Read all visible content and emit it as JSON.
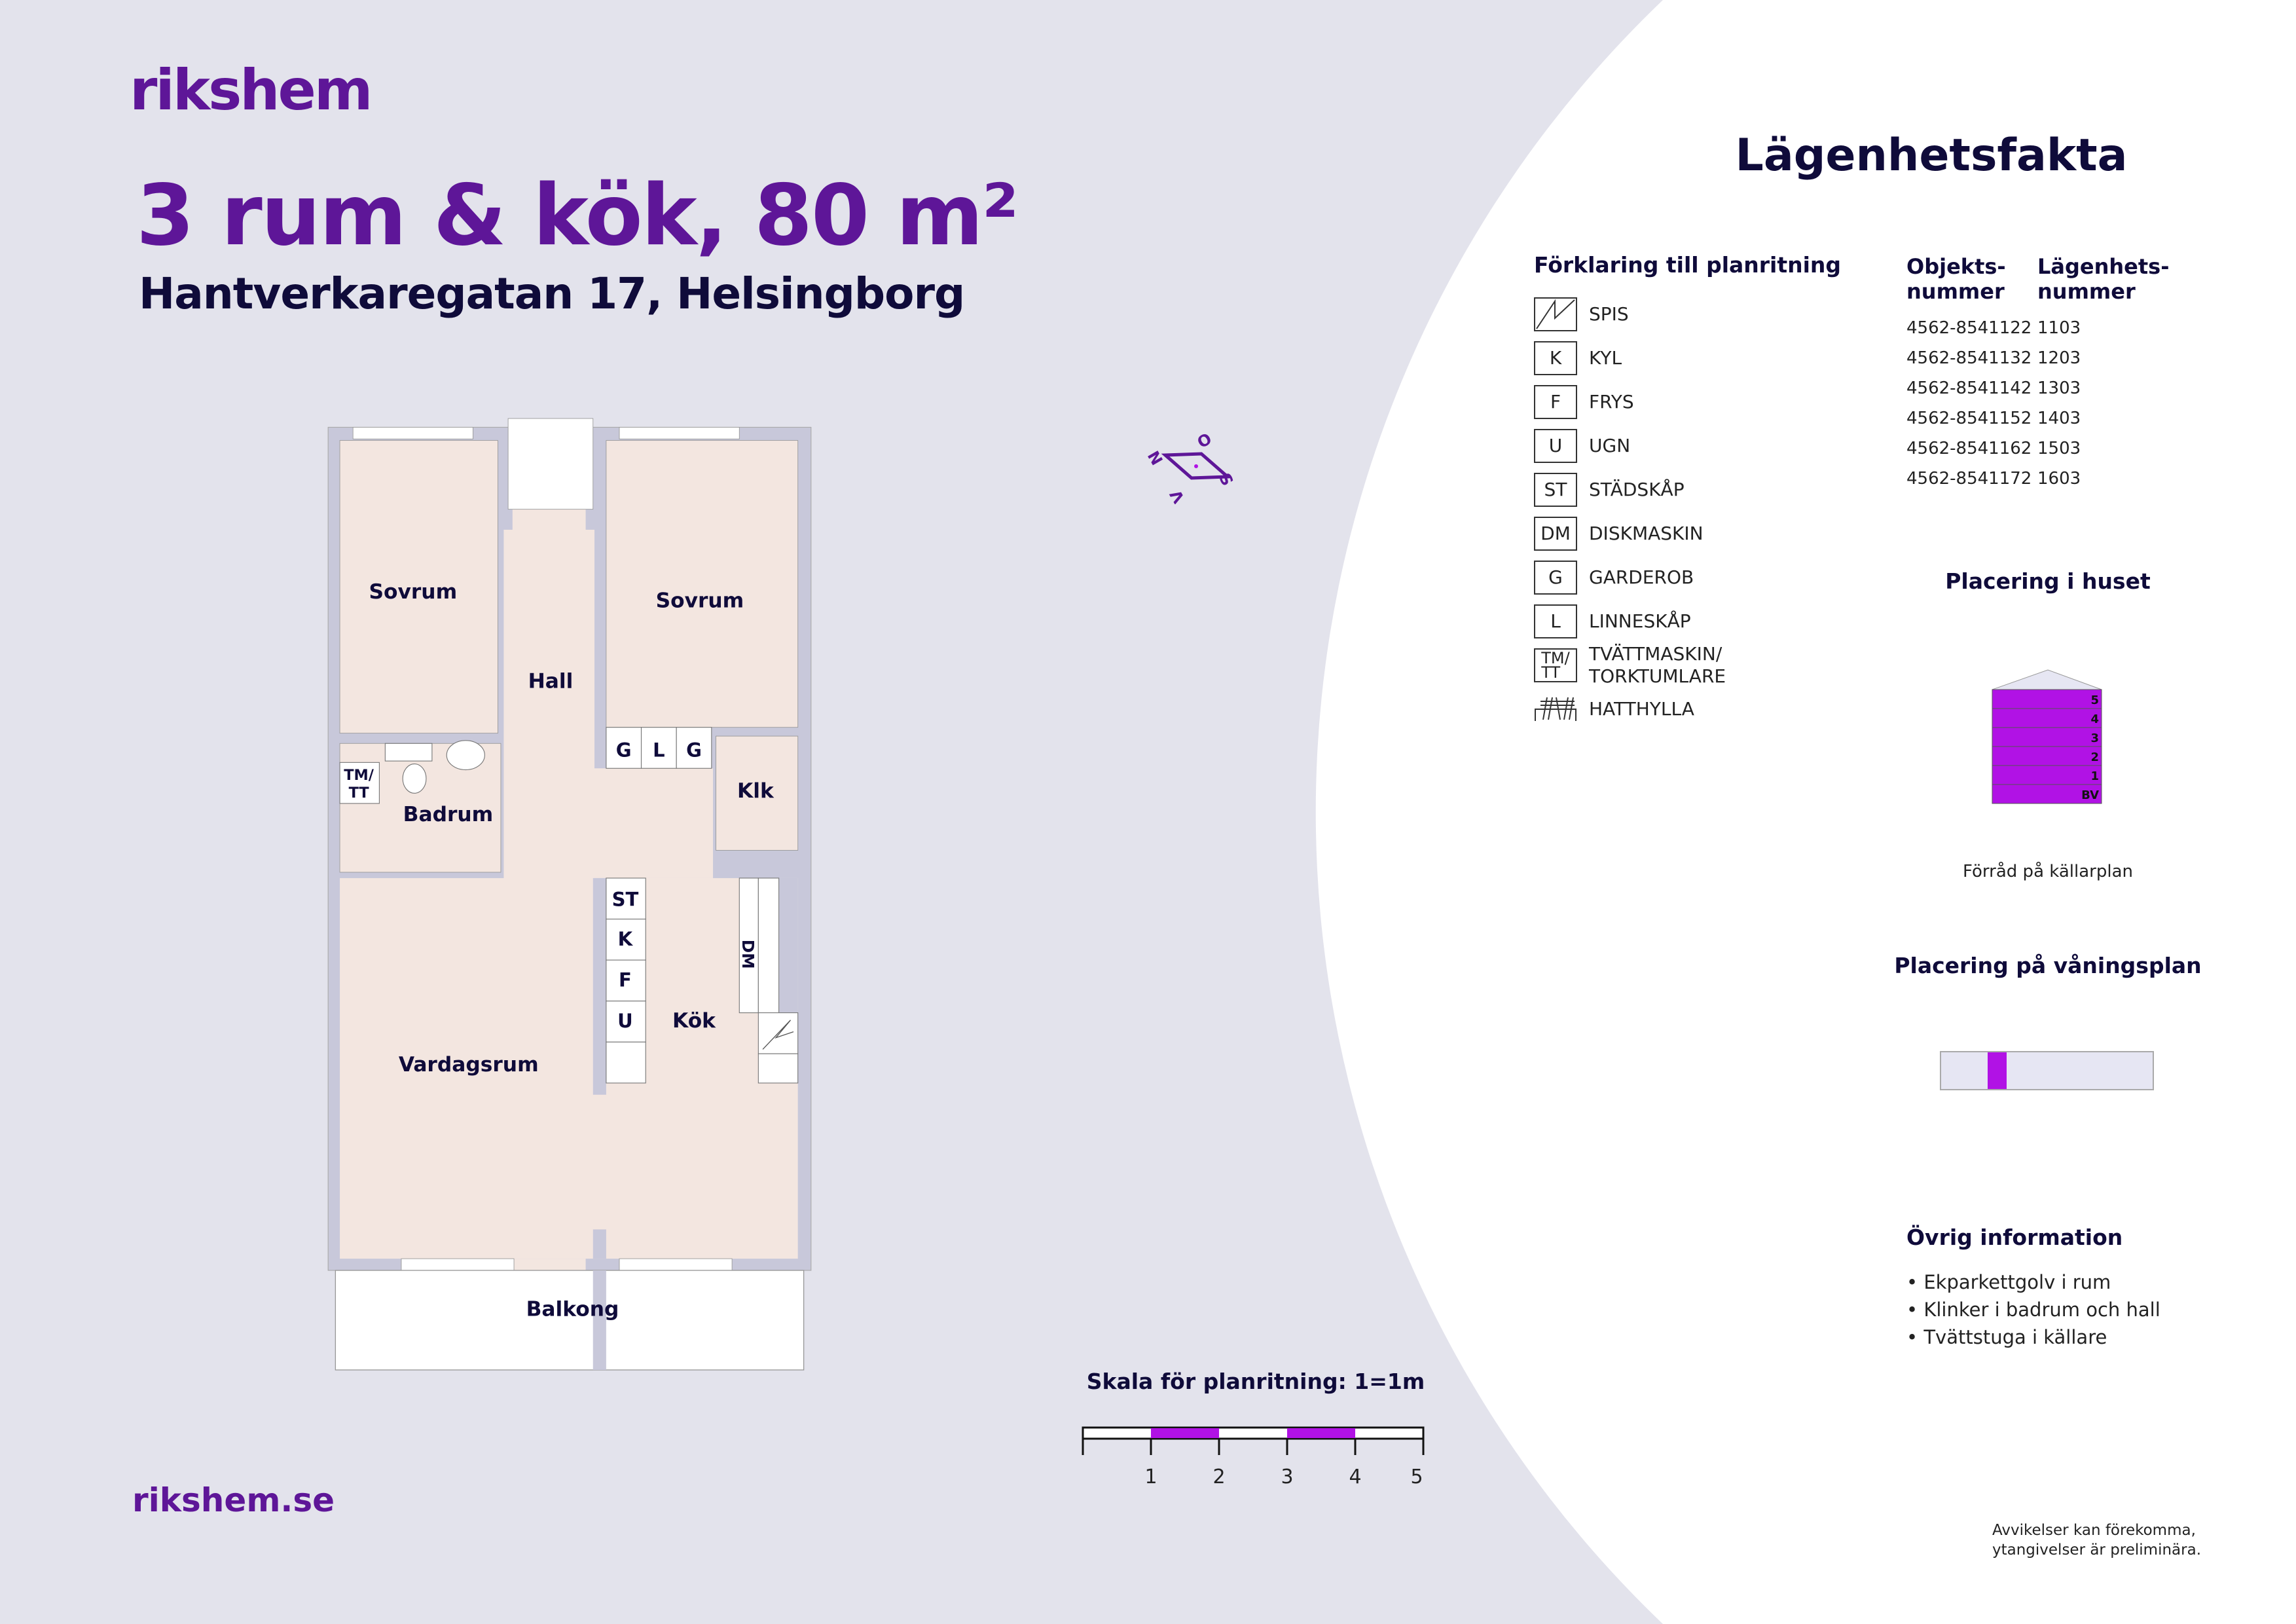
{
  "brand": {
    "logo": "rikshem",
    "website": "rikshem.se"
  },
  "header": {
    "title": "3 rum & kök, 80 m²",
    "address": "Hantverkaregatan 17, Helsingborg"
  },
  "colors": {
    "brand_purple": "#5e1698",
    "accent": "#b112e5",
    "navy": "#0f0b3a",
    "background": "#e3e3ec",
    "floor": "#f3e6e0",
    "wall": "#c8c8da"
  },
  "floorplan": {
    "rooms": {
      "sovrum_left": "Sovrum",
      "sovrum_right": "Sovrum",
      "hall": "Hall",
      "badrum": "Badrum",
      "klk": "Klk",
      "vardagsrum": "Vardagsrum",
      "kok": "Kök",
      "balkong": "Balkong"
    },
    "fixtures": {
      "tmtt1": "TM/",
      "tmtt2": "TT",
      "g1": "G",
      "l": "L",
      "g2": "G",
      "st": "ST",
      "k": "K",
      "f": "F",
      "u": "U",
      "dm": "DM"
    }
  },
  "compass": {
    "n": "N",
    "o": "O",
    "s": "S",
    "v": "V"
  },
  "scale": {
    "title": "Skala för planritning: 1=1m",
    "ticks": [
      "1",
      "2",
      "3",
      "4",
      "5"
    ]
  },
  "facts": {
    "title": "Lägenhetsfakta",
    "legend_title": "Förklaring till planritning",
    "legend": [
      {
        "symbol": "",
        "icon": "stove-icon",
        "label": "SPIS"
      },
      {
        "symbol": "K",
        "label": "KYL"
      },
      {
        "symbol": "F",
        "label": "FRYS"
      },
      {
        "symbol": "U",
        "label": "UGN"
      },
      {
        "symbol": "ST",
        "label": "STÄDSKÅP"
      },
      {
        "symbol": "DM",
        "label": "DISKMASKIN"
      },
      {
        "symbol": "G",
        "label": "GARDEROB"
      },
      {
        "symbol": "L",
        "label": "LINNESKÅP"
      },
      {
        "symbol": "TM/\nTT",
        "label": "TVÄTTMASKIN/\nTORKTUMLARE"
      },
      {
        "symbol": "",
        "icon": "hat-shelf-icon",
        "label": "HATTHYLLA"
      }
    ],
    "table": {
      "col1": "Objekts-\nnummer",
      "col2": "Lägenhets-\nnummer",
      "rows": [
        [
          "4562-8541122",
          "1103"
        ],
        [
          "4562-8541132",
          "1203"
        ],
        [
          "4562-8541142",
          "1303"
        ],
        [
          "4562-8541152",
          "1403"
        ],
        [
          "4562-8541162",
          "1503"
        ],
        [
          "4562-8541172",
          "1603"
        ]
      ]
    },
    "building": {
      "title": "Placering i huset",
      "floors": [
        "5",
        "4",
        "3",
        "2",
        "1",
        "BV"
      ],
      "note": "Förråd på källarplan"
    },
    "floor_position": {
      "title": "Placering på våningsplan",
      "start": 0.22,
      "end": 0.31
    },
    "other": {
      "title": "Övrig information",
      "items": [
        "Ekparkettgolv i rum",
        "Klinker i badrum och hall",
        "Tvättstuga i källare"
      ]
    },
    "disclaimer": [
      "Avvikelser kan förekomma,",
      "ytangivelser är preliminära."
    ]
  }
}
